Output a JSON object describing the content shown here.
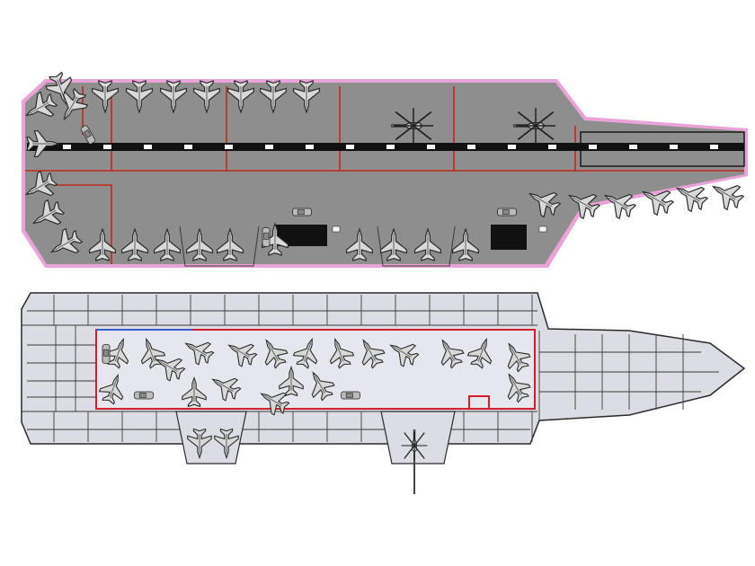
{
  "figure": {
    "views": [
      {
        "id": "flight-deck-plan",
        "aircraft": {
          "fighter_jets": 30,
          "helicopters": 2,
          "deck_vehicles": 4
        },
        "markings": [
          "centerline",
          "deck-lines"
        ]
      },
      {
        "id": "hangar-deck-plan",
        "aircraft": {
          "fighter_jets": 22,
          "helicopters": 1,
          "deck_vehicles": 3
        },
        "elevators": 2
      }
    ],
    "colors": {
      "page": "#ffffff",
      "deck": "#8e8e8e",
      "deck_outline": "#e9a3d6",
      "runway_stripe": "#111111",
      "runway_dash": "#ffffff",
      "red_lines": "#c0281e",
      "hangar_hull": "#dcdce4",
      "hangar_bay": "#e6e6ee",
      "hangar_bay_border": "#d01e2a",
      "compartment_lines": "#3a3a3a",
      "aircraft": "#d8d8d8",
      "aircraft_outline": "#2b2b2b"
    },
    "icons": [
      "fighter-jet-icon",
      "helicopter-icon",
      "deck-vehicle-icon"
    ]
  }
}
